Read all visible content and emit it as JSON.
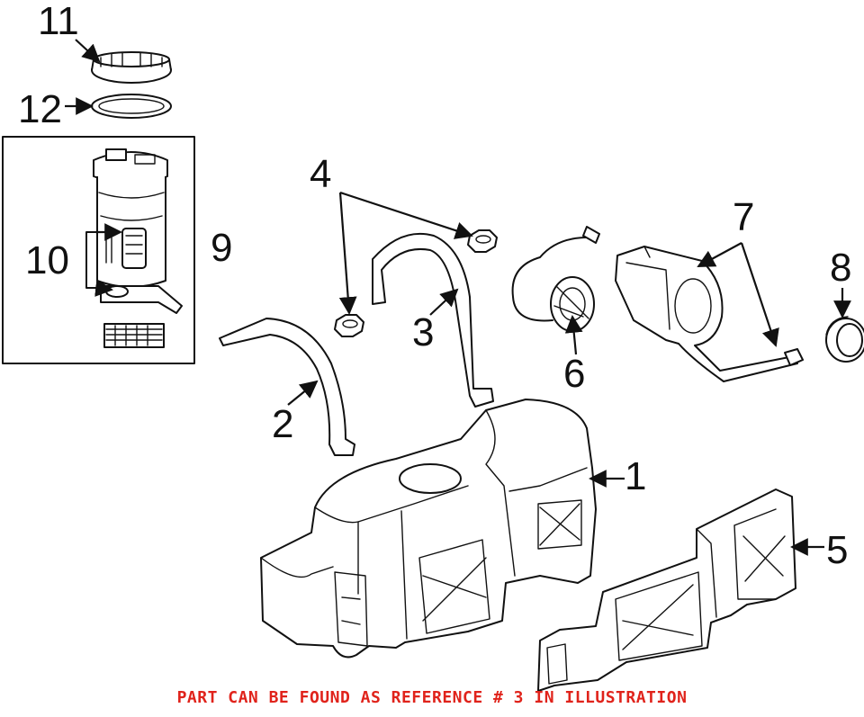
{
  "callouts": {
    "c1": "1",
    "c2": "2",
    "c3": "3",
    "c4": "4",
    "c5": "5",
    "c6": "6",
    "c7": "7",
    "c8": "8",
    "c9": "9",
    "c10": "10",
    "c11": "11",
    "c12": "12"
  },
  "footer_note": "PART CAN BE FOUND AS REFERENCE # 3 IN ILLUSTRATION",
  "colors": {
    "footer": "#e0231b",
    "line": "#111111",
    "background": "#ffffff"
  }
}
